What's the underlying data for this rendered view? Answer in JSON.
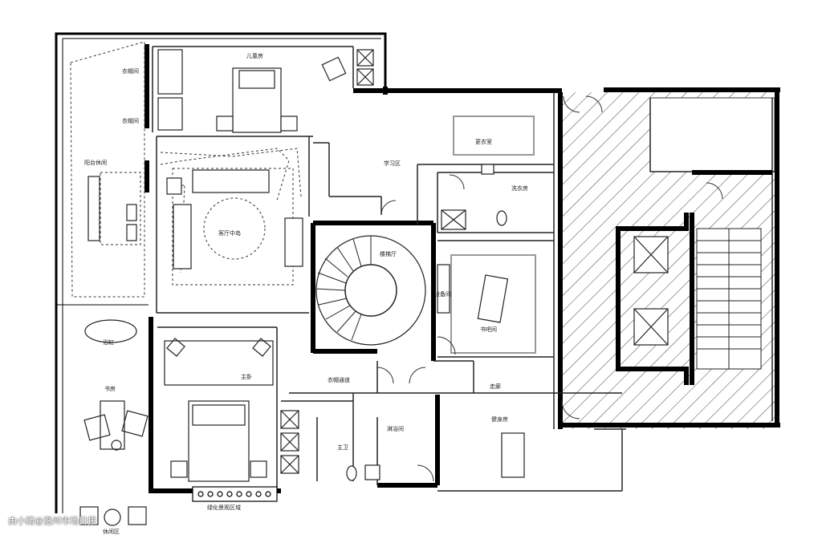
{
  "rooms": {
    "r1": "儿童房",
    "r2": "衣帽间",
    "r3": "衣帽间",
    "r4": "阳台休闲",
    "r5": "客厅中岛",
    "r6": "学习区",
    "r7": "更衣室",
    "r8": "洗衣房",
    "r9": "楼梯厅",
    "r10": "设备间",
    "r11": "书吧间",
    "r12": "主卧",
    "r13": "书房",
    "r14": "衣帽通道",
    "r15": "主卫",
    "r16": "淋浴间",
    "r17": "健身房",
    "r18": "走廊",
    "r19": "绿化景观区域",
    "r20": "休闲区",
    "r21": "浴缸"
  },
  "watermark": "由小猪@温州市场日报",
  "colors": {
    "wall": "#000000",
    "line": "#333333",
    "hatch": "#444444",
    "background": "#ffffff"
  }
}
